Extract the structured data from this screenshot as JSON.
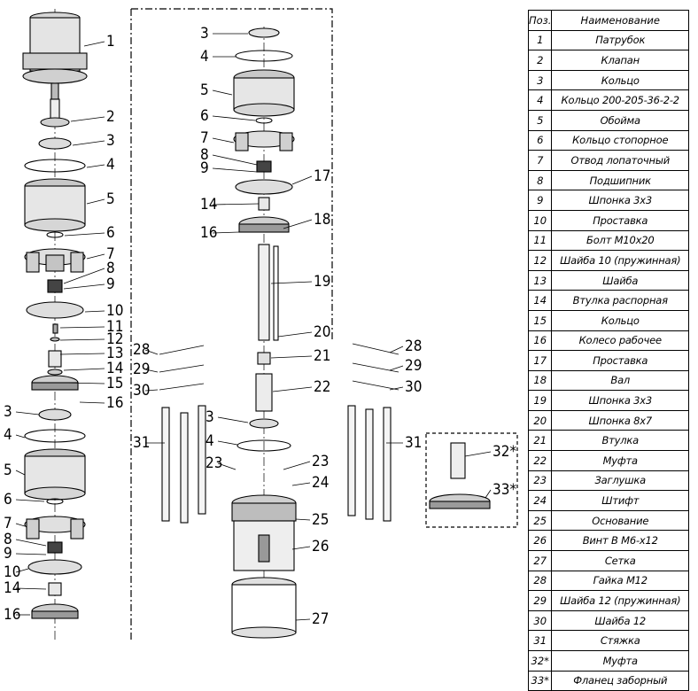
{
  "table": {
    "header_pos": "Поз.",
    "header_name": "Наименование",
    "rows": [
      {
        "pos": "1",
        "name": "Патрубок"
      },
      {
        "pos": "2",
        "name": "Клапан"
      },
      {
        "pos": "3",
        "name": "Кольцо"
      },
      {
        "pos": "4",
        "name": "Кольцо 200-205-36-2-2"
      },
      {
        "pos": "5",
        "name": "Обойма"
      },
      {
        "pos": "6",
        "name": "Кольцо стопорное"
      },
      {
        "pos": "7",
        "name": "Отвод лопаточный"
      },
      {
        "pos": "8",
        "name": "Подшипник"
      },
      {
        "pos": "9",
        "name": "Шпонка 3х3"
      },
      {
        "pos": "10",
        "name": "Проставка"
      },
      {
        "pos": "11",
        "name": "Болт М10х20"
      },
      {
        "pos": "12",
        "name": "Шайба 10 (пружинная)"
      },
      {
        "pos": "13",
        "name": "Шайба"
      },
      {
        "pos": "14",
        "name": "Втулка распорная"
      },
      {
        "pos": "15",
        "name": "Кольцо"
      },
      {
        "pos": "16",
        "name": "Колесо рабочее"
      },
      {
        "pos": "17",
        "name": "Проставка"
      },
      {
        "pos": "18",
        "name": "Вал"
      },
      {
        "pos": "19",
        "name": "Шпонка 3х3"
      },
      {
        "pos": "20",
        "name": "Шпонка 8х7"
      },
      {
        "pos": "21",
        "name": "Втулка"
      },
      {
        "pos": "22",
        "name": "Муфта"
      },
      {
        "pos": "23",
        "name": "Заглушка"
      },
      {
        "pos": "24",
        "name": "Штифт"
      },
      {
        "pos": "25",
        "name": "Основание"
      },
      {
        "pos": "26",
        "name": "Винт В М6-х12"
      },
      {
        "pos": "27",
        "name": "Сетка"
      },
      {
        "pos": "28",
        "name": "Гайка М12"
      },
      {
        "pos": "29",
        "name": "Шайба 12 (пружинная)"
      },
      {
        "pos": "30",
        "name": "Шайба 12"
      },
      {
        "pos": "31",
        "name": "Стяжка"
      },
      {
        "pos": "32*",
        "name": "Муфта"
      },
      {
        "pos": "33*",
        "name": "Фланец заборный"
      }
    ]
  },
  "callouts": {
    "left": [
      "1",
      "2",
      "3",
      "4",
      "5",
      "6",
      "7",
      "8",
      "9",
      "10",
      "11",
      "12",
      "13",
      "14",
      "15",
      "16",
      "3",
      "4",
      "5",
      "6",
      "7",
      "8",
      "9",
      "10",
      "14",
      "16"
    ],
    "center": [
      "3",
      "4",
      "5",
      "6",
      "7",
      "8",
      "9",
      "17",
      "14",
      "18",
      "16",
      "19",
      "20",
      "21",
      "22",
      "3",
      "4",
      "23",
      "24",
      "23",
      "25",
      "26",
      "27"
    ],
    "left_group": [
      "28",
      "29",
      "30",
      "31"
    ],
    "right_group": [
      "28",
      "29",
      "30",
      "31"
    ],
    "optional": [
      "32*",
      "33*"
    ]
  }
}
